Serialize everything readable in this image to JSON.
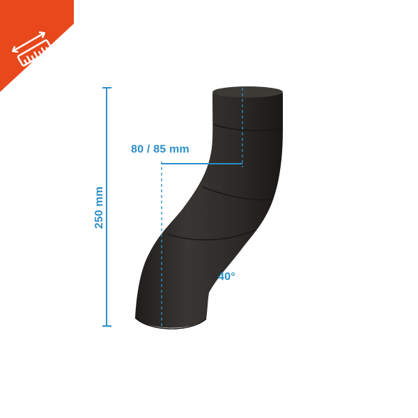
{
  "badge": {
    "icon": "ruler-dimensions-icon",
    "color": "#e8481c"
  },
  "product": {
    "name": "pipe-offset-bend",
    "color": "#2f2c2a"
  },
  "dimensions": {
    "color": "#2b8fcb",
    "height_label": "250 mm",
    "offset_label": "80 / 85 mm",
    "angle_label": "40°"
  }
}
